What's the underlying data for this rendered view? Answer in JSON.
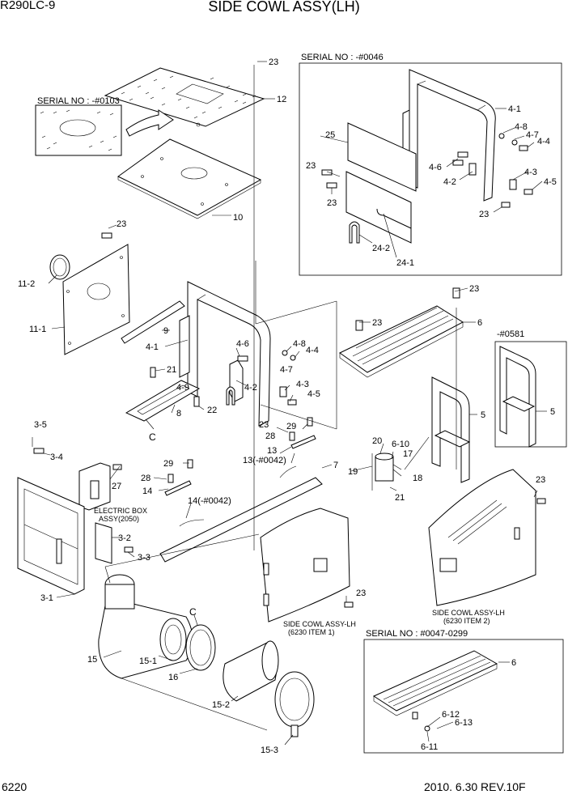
{
  "header": {
    "model": "R290LC-9",
    "title": "SIDE COWL ASSY(LH)"
  },
  "footer": {
    "page": "6220",
    "revision": "2010. 6.30  REV.10F"
  },
  "serials": {
    "s0103": "SERIAL NO : -#0103",
    "s0046": "SERIAL NO : -#0046",
    "s0581": "-#0581",
    "s0047": "SERIAL NO : #0047-0299"
  },
  "notes": {
    "electric_box_1": "ELECTRIC BOX",
    "electric_box_2": "ASSY(2050)",
    "cowl1_a": "SIDE COWL ASSY-LH",
    "cowl1_b": "(6230 ITEM 1)",
    "cowl2_a": "SIDE COWL ASSY-LH",
    "cowl2_b": "(6230 ITEM 2)",
    "ref_c": "C"
  },
  "callouts": {
    "p23": "23",
    "p12": "12",
    "p10": "10",
    "p25": "25",
    "p4_1": "4-1",
    "p4_8": "4-8",
    "p4_7": "4-7",
    "p4_4": "4-4",
    "p4_6": "4-6",
    "p4_2": "4-2",
    "p4_3": "4-3",
    "p4_5": "4-5",
    "p24_2": "24-2",
    "p24_1": "24-1",
    "p11_2": "11-2",
    "p11_1": "11-1",
    "p9": "9",
    "p21": "21",
    "p4_9": "4-9",
    "p22": "22",
    "p8": "8",
    "p6": "6",
    "p5": "5",
    "p3_5": "3-5",
    "p3_4": "3-4",
    "p27": "27",
    "p28": "28",
    "p29": "29",
    "p14": "14",
    "p13": "13",
    "p13s": "13(-#0042)",
    "p14s": "14(-#0042)",
    "p7": "7",
    "p20": "20",
    "p6_10": "6-10",
    "p17": "17",
    "p19": "19",
    "p18": "18",
    "p3_2": "3-2",
    "p3_3": "3-3",
    "p3_1": "3-1",
    "p15": "15",
    "p15_1": "15-1",
    "p16": "16",
    "p15_2": "15-2",
    "p15_3": "15-3",
    "p6_12": "6-12",
    "p6_13": "6-13",
    "p6_11": "6-11"
  }
}
